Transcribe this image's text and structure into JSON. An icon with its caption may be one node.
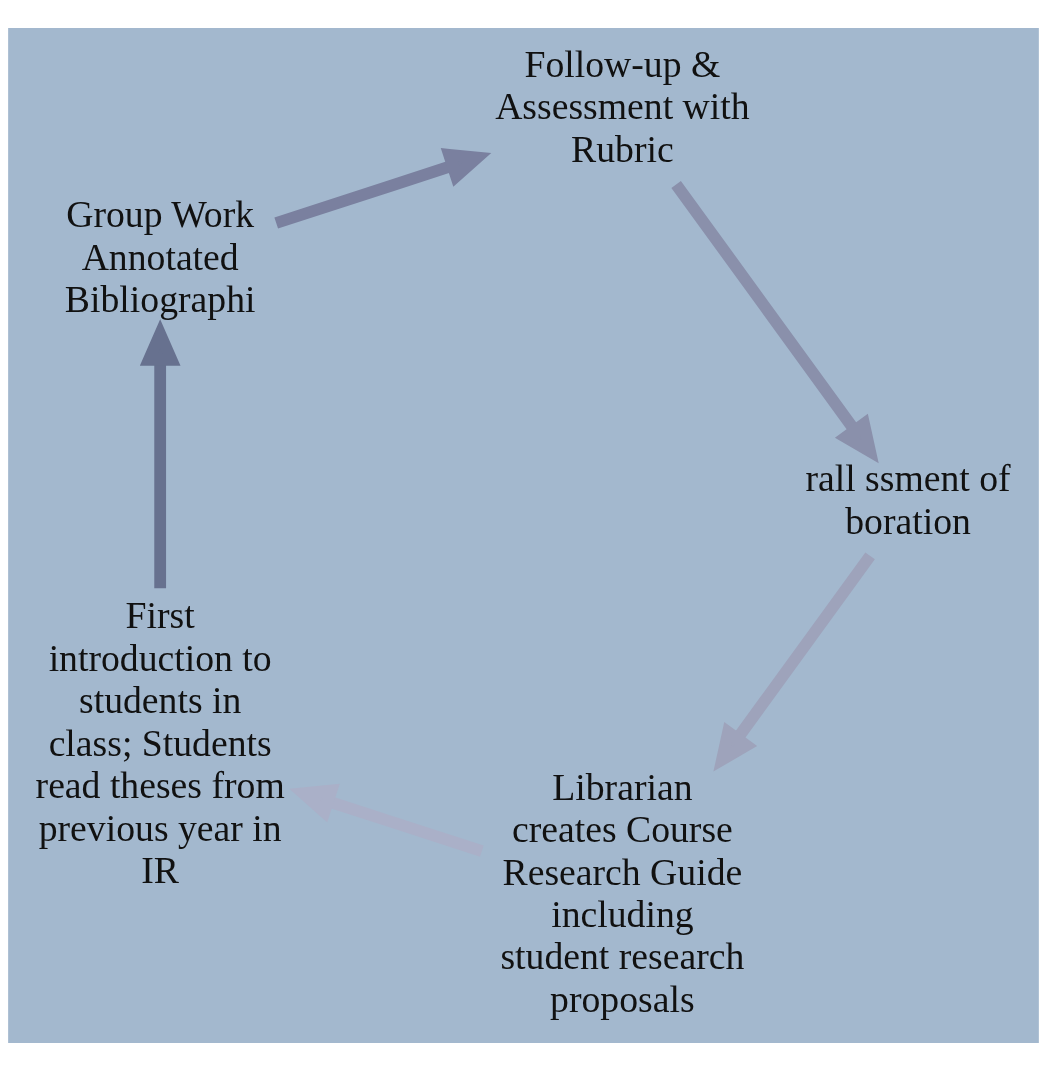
{
  "diagram": {
    "nodes": [
      {
        "text": [
          "Librarian creates Course Research Guide including student research proposals"
        ]
      },
      {
        "text": [
          "First introduction to students in class; Students read theses from previous year in IR"
        ]
      },
      {
        "text": [
          "Group Work Annotated Bibliographi"
        ]
      },
      {
        "text": [
          "Follow-up & Assessment with Rubric"
        ]
      },
      {
        "text": [
          "rall ssment of boration"
        ]
      }
    ],
    "edges": [
      {
        "from": 0,
        "to": 1,
        "arrow": "to",
        "color": "#aab0c8"
      },
      {
        "from": 1,
        "to": 2,
        "arrow": "to",
        "color": "#67718f"
      },
      {
        "from": 2,
        "to": 3,
        "arrow": "to",
        "color": "#7a809f"
      },
      {
        "from": 3,
        "to": 4,
        "arrow": "to",
        "color": "#8a90ab"
      },
      {
        "from": 4,
        "to": 0,
        "arrow": "to",
        "color": "#9ea3bb"
      }
    ]
  }
}
